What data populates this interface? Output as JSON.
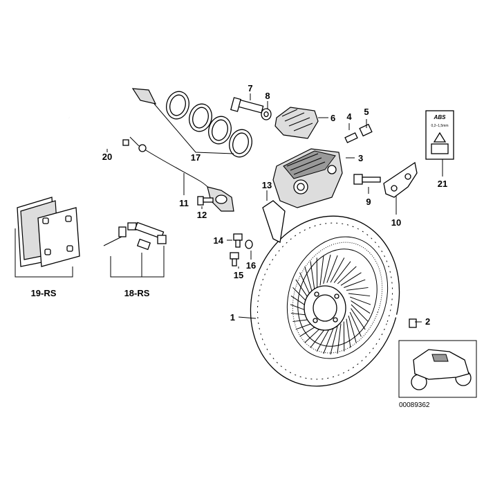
{
  "callouts": {
    "c1": "1",
    "c2": "2",
    "c3": "3",
    "c4": "4",
    "c5": "5",
    "c6": "6",
    "c7": "7",
    "c8": "8",
    "c9": "9",
    "c10": "10",
    "c11": "11",
    "c12": "12",
    "c13": "13",
    "c14": "14",
    "c15": "15",
    "c16": "16",
    "c17": "17",
    "c18": "18-RS",
    "c19": "19-RS",
    "c20": "20",
    "c21": "21"
  },
  "abs_label": {
    "logo": "ABS",
    "spec": "0,2–1,5mm"
  },
  "inset": {
    "code": "00089362"
  }
}
